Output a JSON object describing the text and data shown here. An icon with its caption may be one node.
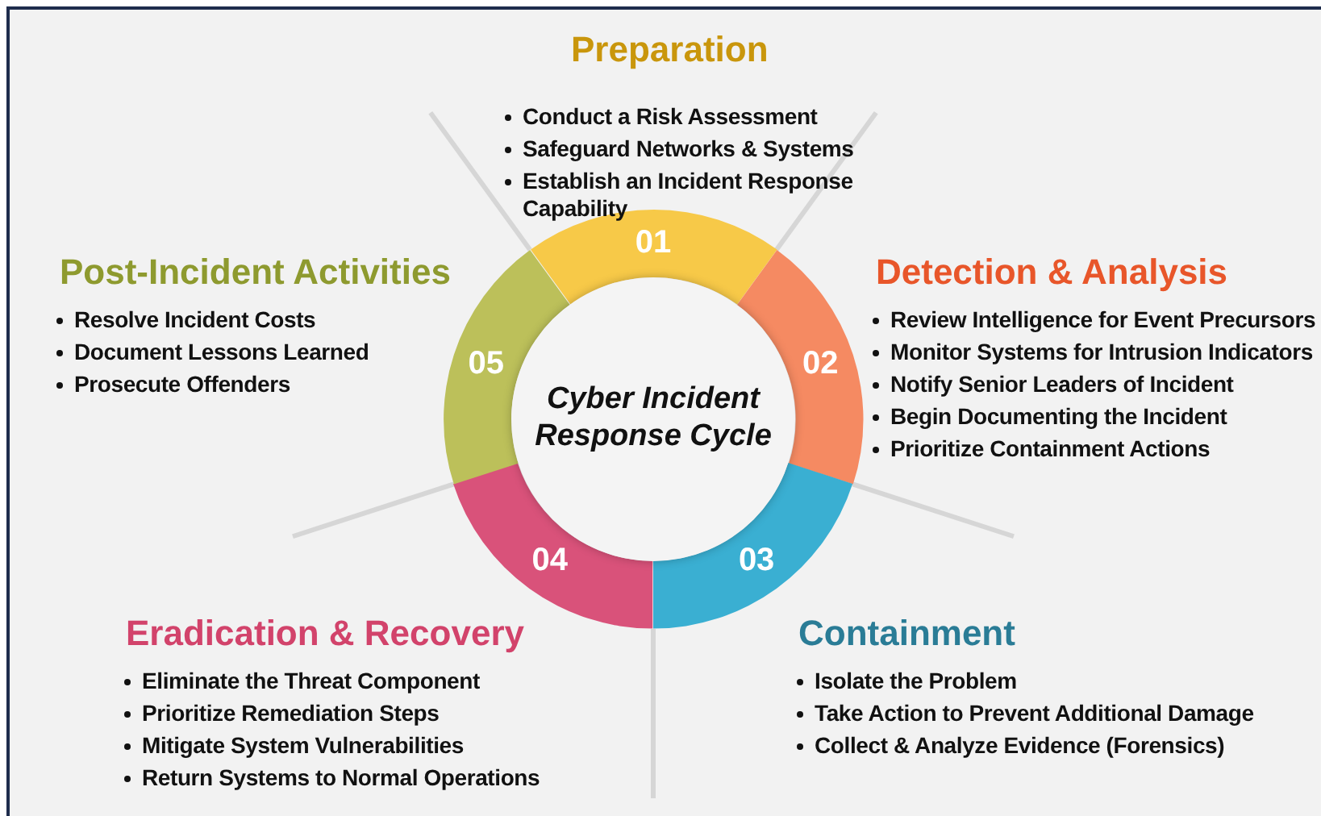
{
  "diagram": {
    "nodes": [
      {
        "text": [
          "01"
        ]
      },
      {
        "text": [
          "02"
        ]
      },
      {
        "text": [
          "03"
        ]
      },
      {
        "text": [
          "04"
        ]
      },
      {
        "text": [
          "05"
        ]
      },
      {
        "text": [
          "Cyber Incident Response Cycle"
        ]
      }
    ],
    "labels": [
      "Preparation",
      "Conduct a Risk Assessment",
      "Safeguard Networks & Systems",
      "Establish an Incident Response Capability",
      "Post-Incident Activities",
      "Resolve Incident Costs",
      "Document Lessons Learned",
      "Prosecute Offenders",
      "Detection & Analysis",
      "Review Intelligence for Event Precursors",
      "Monitor Systems for Intrusion Indicators",
      "Notify Senior Leaders of Incident",
      "Begin Documenting the Incident",
      "Prioritize Containment Actions",
      "Eradication & Recovery",
      "Eliminate the Threat Component",
      "Prioritize Remediation Steps",
      "Mitigate System Vulnerabilities",
      "Return Systems to Normal Operations",
      "Containment",
      "Isolate the Problem",
      "Take Action to Prevent Additional Damage",
      "Collect & Analyze Evidence (Forensics)"
    ]
  }
}
